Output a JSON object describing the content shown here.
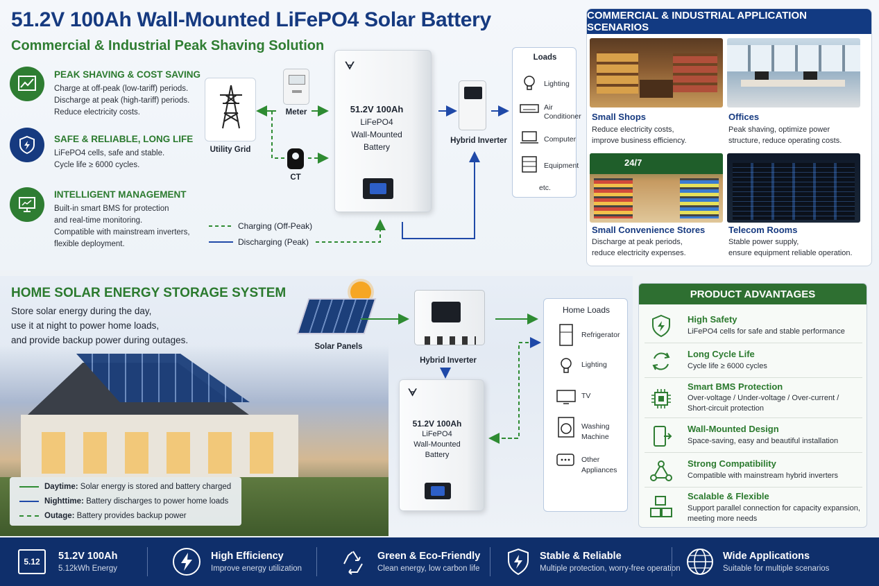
{
  "header": {
    "title": "51.2V 100Ah Wall-Mounted LiFePO4 Solar Battery",
    "subtitle": "Commercial & Industrial Peak Shaving Solution"
  },
  "features": [
    {
      "icon": "chart-up-icon",
      "title": "PEAK SHAVING & COST SAVING",
      "lines": [
        "Charge at off-peak (low-tariff) periods.",
        "Discharge at peak (high-tariff) periods.",
        "Reduce electricity costs."
      ]
    },
    {
      "icon": "shield-bolt-icon",
      "title": "SAFE & RELIABLE, LONG LIFE",
      "lines": [
        "LiFePO4 cells, safe and stable.",
        "Cycle life ≥ 6000 cycles."
      ]
    },
    {
      "icon": "monitor-icon",
      "title": "INTELLIGENT MANAGEMENT",
      "lines": [
        "Built-in smart BMS for protection",
        "and real-time monitoring.",
        "Compatible with mainstream inverters,",
        "flexible deployment."
      ]
    }
  ],
  "ci_diagram": {
    "grid_label": "Utility Grid",
    "meter_label": "Meter",
    "ct_label": "CT",
    "battery_lines": [
      "51.2V 100Ah",
      "LiFePO4",
      "Wall-Mounted",
      "Battery"
    ],
    "inverter_label": "Hybrid Inverter",
    "loads_title": "Loads",
    "loads": [
      {
        "icon": "bulb-icon",
        "label": "Lighting"
      },
      {
        "icon": "air-conditioner-icon",
        "label": "Air Conditioner"
      },
      {
        "icon": "computer-icon",
        "label": "Computer"
      },
      {
        "icon": "equipment-icon",
        "label": "Equipment"
      }
    ],
    "loads_more": "etc.",
    "legend": [
      {
        "style": "dashed",
        "color": "#2e8b32",
        "label": "Charging (Off-Peak)"
      },
      {
        "style": "solid",
        "color": "#1f49a8",
        "label": "Discharging (Peak)"
      }
    ]
  },
  "ci_scenarios": {
    "heading": "COMMERCIAL & INDUSTRIAL APPLICATION SCENARIOS",
    "items": [
      {
        "title": "Small Shops",
        "lines": [
          "Reduce electricity costs,",
          "improve business efficiency."
        ]
      },
      {
        "title": "Offices",
        "lines": [
          "Peak shaving, optimize power",
          "structure, reduce operating costs."
        ]
      },
      {
        "title": "Small Convenience Stores",
        "lines": [
          "Discharge at peak periods,",
          "reduce electricity expenses."
        ],
        "sign": "24/7"
      },
      {
        "title": "Telecom Rooms",
        "lines": [
          "Stable power supply,",
          "ensure equipment reliable operation."
        ]
      }
    ]
  },
  "home": {
    "title": "HOME SOLAR ENERGY STORAGE SYSTEM",
    "desc": [
      "Store solar energy during the day,",
      "use it at night to power home loads,",
      "and provide backup power during outages."
    ],
    "panels_label": "Solar Panels",
    "inverter_label": "Hybrid Inverter",
    "battery_lines": [
      "51.2V 100Ah",
      "LiFePO4",
      "Wall-Mounted",
      "Battery"
    ],
    "loads_title": "Home Loads",
    "loads": [
      {
        "icon": "refrigerator-icon",
        "label": "Refrigerator"
      },
      {
        "icon": "bulb-icon",
        "label": "Lighting"
      },
      {
        "icon": "tv-icon",
        "label": "TV"
      },
      {
        "icon": "washing-machine-icon",
        "label": "Washing Machine"
      },
      {
        "icon": "other-appliances-icon",
        "label": "Other Appliances"
      }
    ],
    "legend": [
      {
        "style": "solid",
        "color": "#2e8b32",
        "key": "Daytime:",
        "label": "Solar energy is stored and battery charged"
      },
      {
        "style": "solid",
        "color": "#1f49a8",
        "key": "Nighttime:",
        "label": "Battery discharges to power home loads"
      },
      {
        "style": "dashed",
        "color": "#2e8b32",
        "key": "Outage:",
        "label": "Battery provides backup power"
      }
    ]
  },
  "advantages": {
    "heading": "PRODUCT ADVANTAGES",
    "items": [
      {
        "icon": "shield-bolt-icon",
        "title": "High Safety",
        "lines": [
          "LiFePO4 cells for safe and stable performance"
        ]
      },
      {
        "icon": "cycle-icon",
        "title": "Long Cycle Life",
        "lines": [
          "Cycle life ≥ 6000 cycles"
        ]
      },
      {
        "icon": "chip-icon",
        "title": "Smart BMS Protection",
        "lines": [
          "Over-voltage / Under-voltage / Over-current /",
          "Short-circuit protection"
        ]
      },
      {
        "icon": "wall-mount-icon",
        "title": "Wall-Mounted Design",
        "lines": [
          "Space-saving, easy and beautiful installation"
        ]
      },
      {
        "icon": "network-icon",
        "title": "Strong Compatibility",
        "lines": [
          "Compatible with mainstream hybrid inverters"
        ]
      },
      {
        "icon": "modules-icon",
        "title": "Scalable & Flexible",
        "lines": [
          "Support parallel connection for capacity expansion,",
          "meeting more needs"
        ]
      }
    ]
  },
  "footer": [
    {
      "icon": "battery-512-icon",
      "badge": "5.12",
      "title": "51.2V 100Ah",
      "text": "5.12kWh Energy"
    },
    {
      "icon": "bolt-icon",
      "title": "High Efficiency",
      "text": "Improve energy utilization"
    },
    {
      "icon": "recycle-icon",
      "title": "Green & Eco-Friendly",
      "text": "Clean energy, low carbon life"
    },
    {
      "icon": "shield-bolt-icon",
      "title": "Stable & Reliable",
      "text": "Multiple protection, worry-free operation"
    },
    {
      "icon": "globe-icon",
      "title": "Wide Applications",
      "text": "Suitable for multiple scenarios"
    }
  ],
  "colors": {
    "navy": "#123a82",
    "green": "#2e7d32",
    "blue_line": "#1f49a8",
    "green_line": "#2e8b32"
  }
}
